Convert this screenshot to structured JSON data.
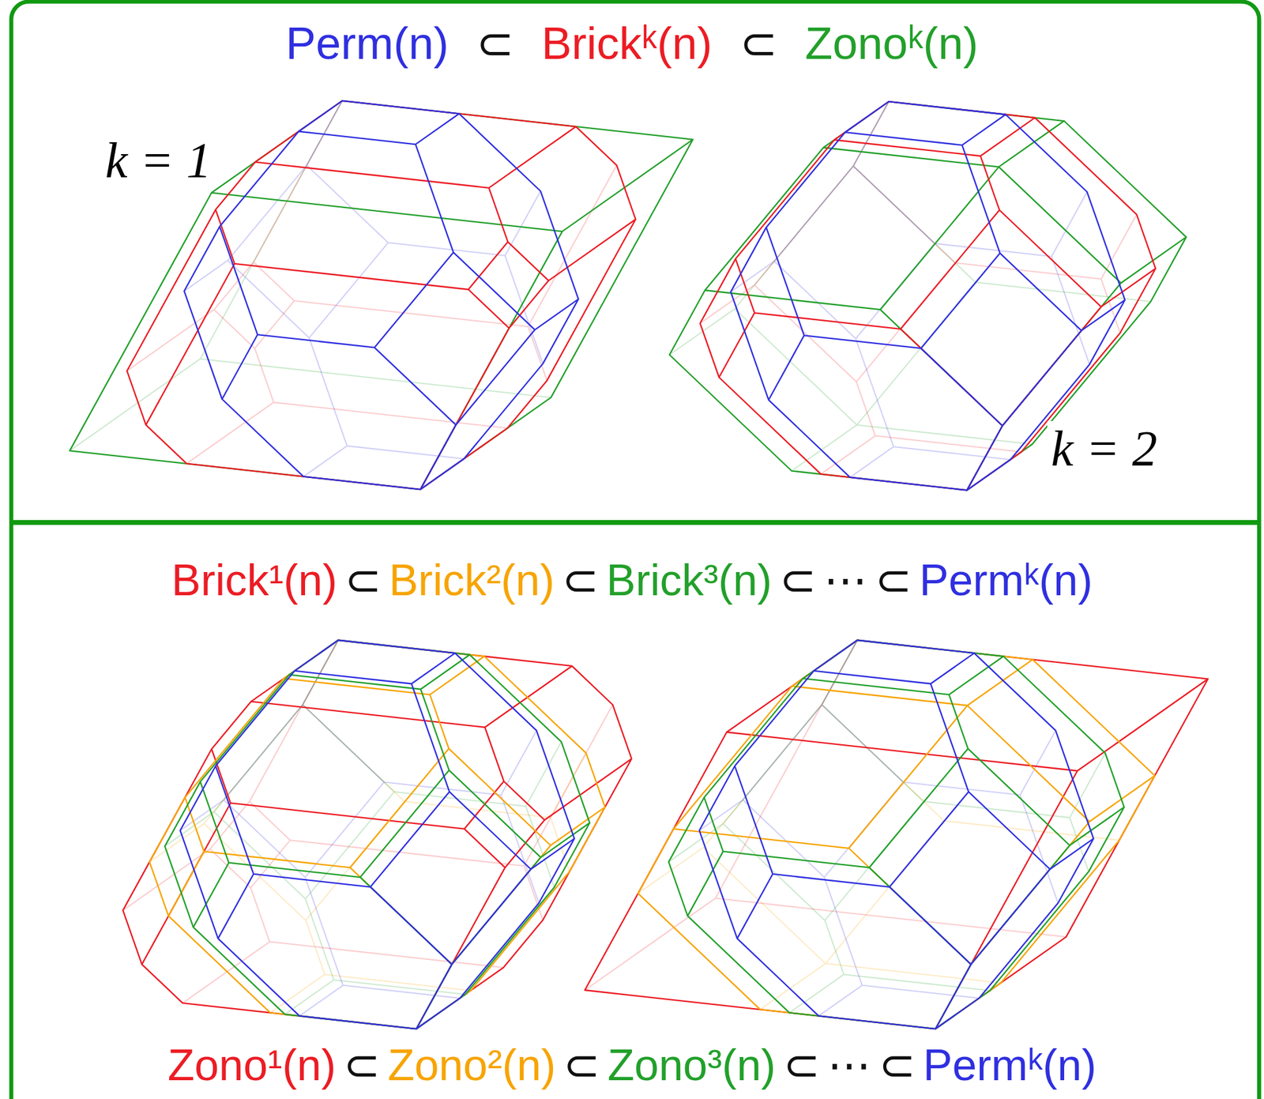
{
  "diagram": {
    "labels": [
      "Perm(n)",
      "⊂",
      "Brickᵏ(n)",
      "⊂",
      "Zonoᵏ(n)",
      "k = 1",
      "k = 2",
      "Brick¹(n)",
      "⊂",
      "Brick²(n)",
      "⊂",
      "Brick³(n)",
      "⊂",
      "⋯",
      "⊂",
      "Permᵏ(n)",
      "Zono¹(n)",
      "⊂",
      "Zono²(n)",
      "⊂",
      "Zono³(n)",
      "⊂",
      "⋯",
      "⊂",
      "Permᵏ(n)"
    ]
  }
}
